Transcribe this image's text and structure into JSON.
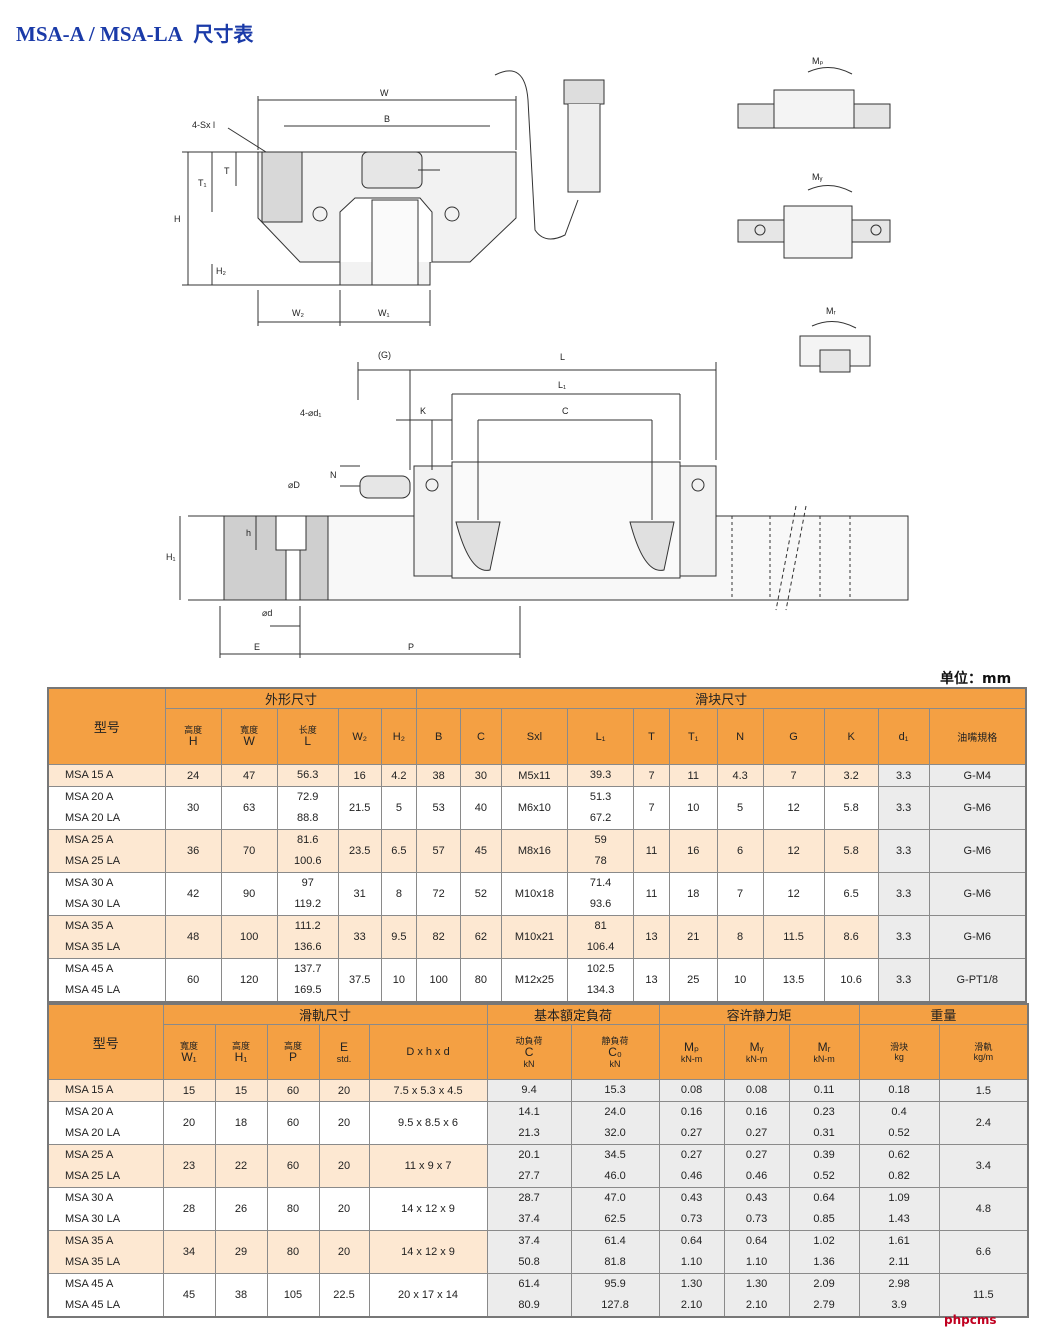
{
  "title": {
    "latin": "MSA-A / MSA-LA",
    "cn": "尺寸表"
  },
  "unit_label": "单位：mm",
  "watermark": "phpcms",
  "drawing_labels": {
    "W": "W",
    "B": "B",
    "sxl": "4-Sx l",
    "T1": "T₁",
    "T": "T",
    "H": "H",
    "H2": "H₂",
    "W2": "W₂",
    "W1": "W₁",
    "G": "(G)",
    "L": "L",
    "L1": "L₁",
    "C": "C",
    "d1": "4-⌀d₁",
    "K": "K",
    "N": "N",
    "D": "⌀D",
    "h": "h",
    "H1": "H₁",
    "d": "⌀d",
    "E": "E",
    "P": "P",
    "Mp": "Mₚ",
    "My": "Mᵧ",
    "Mr": "Mᵣ"
  },
  "table1": {
    "groups": {
      "model": "型号",
      "outer": "外形尺寸",
      "block": "滑块尺寸"
    },
    "headers": {
      "H": {
        "sub": "高度",
        "sym": "H"
      },
      "W": {
        "sub": "寬度",
        "sym": "W"
      },
      "L": {
        "sub": "长度",
        "sym": "L"
      },
      "W2": "W₂",
      "H2": "H₂",
      "B": "B",
      "C": "C",
      "Sxl": "Sxl",
      "L1": "L₁",
      "T": "T",
      "T1": "T₁",
      "N": "N",
      "G": "G",
      "K": "K",
      "d1": "d₁",
      "grease": "油嘴規格"
    },
    "rows": [
      {
        "models": [
          "MSA 15 A"
        ],
        "H": "24",
        "W": "47",
        "L": [
          "56.3"
        ],
        "W2": "16",
        "H2": "4.2",
        "B": "38",
        "C": "30",
        "Sxl": "M5x11",
        "L1": [
          "39.3"
        ],
        "T": "7",
        "T1": "11",
        "N": "4.3",
        "G": "7",
        "K": "3.2",
        "d1": "3.3",
        "grease": "G-M4"
      },
      {
        "models": [
          "MSA 20 A",
          "MSA 20 LA"
        ],
        "H": "30",
        "W": "63",
        "L": [
          "72.9",
          "88.8"
        ],
        "W2": "21.5",
        "H2": "5",
        "B": "53",
        "C": "40",
        "Sxl": "M6x10",
        "L1": [
          "51.3",
          "67.2"
        ],
        "T": "7",
        "T1": "10",
        "N": "5",
        "G": "12",
        "K": "5.8",
        "d1": "3.3",
        "grease": "G-M6"
      },
      {
        "models": [
          "MSA 25 A",
          "MSA 25 LA"
        ],
        "H": "36",
        "W": "70",
        "L": [
          "81.6",
          "100.6"
        ],
        "W2": "23.5",
        "H2": "6.5",
        "B": "57",
        "C": "45",
        "Sxl": "M8x16",
        "L1": [
          "59",
          "78"
        ],
        "T": "11",
        "T1": "16",
        "N": "6",
        "G": "12",
        "K": "5.8",
        "d1": "3.3",
        "grease": "G-M6"
      },
      {
        "models": [
          "MSA 30 A",
          "MSA 30 LA"
        ],
        "H": "42",
        "W": "90",
        "L": [
          "97",
          "119.2"
        ],
        "W2": "31",
        "H2": "8",
        "B": "72",
        "C": "52",
        "Sxl": "M10x18",
        "L1": [
          "71.4",
          "93.6"
        ],
        "T": "11",
        "T1": "18",
        "N": "7",
        "G": "12",
        "K": "6.5",
        "d1": "3.3",
        "grease": "G-M6"
      },
      {
        "models": [
          "MSA 35 A",
          "MSA 35 LA"
        ],
        "H": "48",
        "W": "100",
        "L": [
          "111.2",
          "136.6"
        ],
        "W2": "33",
        "H2": "9.5",
        "B": "82",
        "C": "62",
        "Sxl": "M10x21",
        "L1": [
          "81",
          "106.4"
        ],
        "T": "13",
        "T1": "21",
        "N": "8",
        "G": "11.5",
        "K": "8.6",
        "d1": "3.3",
        "grease": "G-M6"
      },
      {
        "models": [
          "MSA 45 A",
          "MSA 45 LA"
        ],
        "H": "60",
        "W": "120",
        "L": [
          "137.7",
          "169.5"
        ],
        "W2": "37.5",
        "H2": "10",
        "B": "100",
        "C": "80",
        "Sxl": "M12x25",
        "L1": [
          "102.5",
          "134.3"
        ],
        "T": "13",
        "T1": "25",
        "N": "10",
        "G": "13.5",
        "K": "10.6",
        "d1": "3.3",
        "grease": "G-PT1/8"
      }
    ]
  },
  "table2": {
    "groups": {
      "model": "型号",
      "rail": "滑軌尺寸",
      "load": "基本額定負荷",
      "moment": "容许静力矩",
      "weight": "重量"
    },
    "headers": {
      "W1": {
        "sub": "寬度",
        "sym": "W₁"
      },
      "H1": {
        "sub": "高度",
        "sym": "H₁"
      },
      "P": {
        "sub": "高度",
        "sym": "P"
      },
      "E": {
        "sym": "E",
        "sub": "std."
      },
      "Dhd": "D x h x d",
      "C": {
        "sub": "动負荷",
        "sym": "C",
        "unit": "kN"
      },
      "C0": {
        "sub": "静負荷",
        "sym": "C₀",
        "unit": "kN"
      },
      "Mp": {
        "sym": "Mₚ",
        "unit": "kN-m"
      },
      "My": {
        "sym": "Mᵧ",
        "unit": "kN-m"
      },
      "Mr": {
        "sym": "Mᵣ",
        "unit": "kN-m"
      },
      "block": {
        "sub": "滑块",
        "unit": "kg"
      },
      "rail": {
        "sub": "滑軌",
        "unit": "kg/m"
      }
    },
    "rows": [
      {
        "models": [
          "MSA 15 A"
        ],
        "W1": "15",
        "H1": "15",
        "P": "60",
        "E": "20",
        "Dhd": "7.5 x 5.3 x 4.5",
        "C": [
          "9.4"
        ],
        "C0": [
          "15.3"
        ],
        "Mp": [
          "0.08"
        ],
        "My": [
          "0.08"
        ],
        "Mr": [
          "0.11"
        ],
        "wb": [
          "0.18"
        ],
        "wr": "1.5"
      },
      {
        "models": [
          "MSA 20 A",
          "MSA 20 LA"
        ],
        "W1": "20",
        "H1": "18",
        "P": "60",
        "E": "20",
        "Dhd": "9.5 x 8.5 x 6",
        "C": [
          "14.1",
          "21.3"
        ],
        "C0": [
          "24.0",
          "32.0"
        ],
        "Mp": [
          "0.16",
          "0.27"
        ],
        "My": [
          "0.16",
          "0.27"
        ],
        "Mr": [
          "0.23",
          "0.31"
        ],
        "wb": [
          "0.4",
          "0.52"
        ],
        "wr": "2.4"
      },
      {
        "models": [
          "MSA 25 A",
          "MSA 25 LA"
        ],
        "W1": "23",
        "H1": "22",
        "P": "60",
        "E": "20",
        "Dhd": "11 x 9 x 7",
        "C": [
          "20.1",
          "27.7"
        ],
        "C0": [
          "34.5",
          "46.0"
        ],
        "Mp": [
          "0.27",
          "0.46"
        ],
        "My": [
          "0.27",
          "0.46"
        ],
        "Mr": [
          "0.39",
          "0.52"
        ],
        "wb": [
          "0.62",
          "0.82"
        ],
        "wr": "3.4"
      },
      {
        "models": [
          "MSA 30 A",
          "MSA 30 LA"
        ],
        "W1": "28",
        "H1": "26",
        "P": "80",
        "E": "20",
        "Dhd": "14 x 12 x 9",
        "C": [
          "28.7",
          "37.4"
        ],
        "C0": [
          "47.0",
          "62.5"
        ],
        "Mp": [
          "0.43",
          "0.73"
        ],
        "My": [
          "0.43",
          "0.73"
        ],
        "Mr": [
          "0.64",
          "0.85"
        ],
        "wb": [
          "1.09",
          "1.43"
        ],
        "wr": "4.8"
      },
      {
        "models": [
          "MSA 35 A",
          "MSA 35 LA"
        ],
        "W1": "34",
        "H1": "29",
        "P": "80",
        "E": "20",
        "Dhd": "14 x 12 x 9",
        "C": [
          "37.4",
          "50.8"
        ],
        "C0": [
          "61.4",
          "81.8"
        ],
        "Mp": [
          "0.64",
          "1.10"
        ],
        "My": [
          "0.64",
          "1.10"
        ],
        "Mr": [
          "1.02",
          "1.36"
        ],
        "wb": [
          "1.61",
          "2.11"
        ],
        "wr": "6.6"
      },
      {
        "models": [
          "MSA 45 A",
          "MSA 45 LA"
        ],
        "W1": "45",
        "H1": "38",
        "P": "105",
        "E": "22.5",
        "Dhd": "20 x 17 x 14",
        "C": [
          "61.4",
          "80.9"
        ],
        "C0": [
          "95.9",
          "127.8"
        ],
        "Mp": [
          "1.30",
          "2.10"
        ],
        "My": [
          "1.30",
          "2.10"
        ],
        "Mr": [
          "2.09",
          "2.79"
        ],
        "wb": [
          "2.98",
          "3.9"
        ],
        "wr": "11.5"
      }
    ]
  }
}
